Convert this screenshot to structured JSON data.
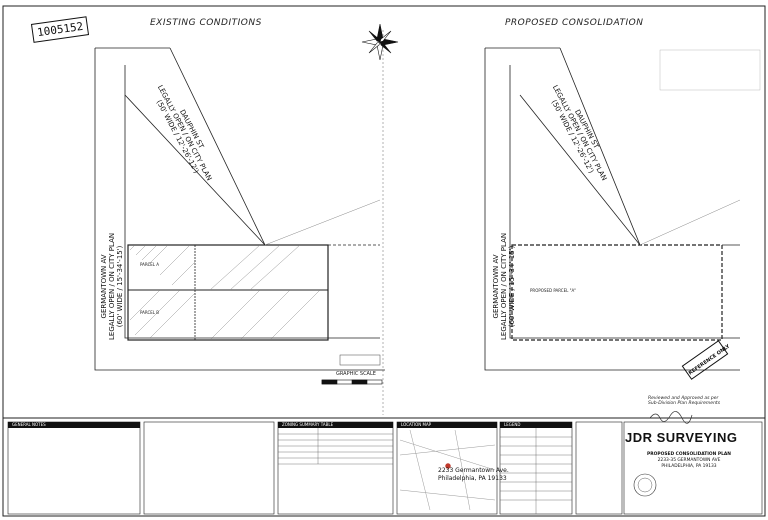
{
  "stamp": "1005152",
  "headers": {
    "existing": "EXISTING CONDITIONS",
    "proposed": "PROPOSED CONSOLIDATION"
  },
  "street_dauphin": {
    "name": "DAUPHIN ST",
    "note1": "LEGALLY OPEN / ON CITY PLAN",
    "note2": "(50' WIDE / 12'-26'-12')"
  },
  "street_germantown": {
    "name": "GERMANTOWN AV",
    "note1": "LEGALLY OPEN / ON CITY PLAN",
    "note2": "(60' WIDE / 15'-34'-15')"
  },
  "existing_parcels": [
    "PARCEL A",
    "PARCEL B"
  ],
  "proposed_parcel": "PROPOSED PARCEL \"A\"",
  "graphic_scale": "GRAPHIC SCALE",
  "reference_only": "REFERENCE ONLY",
  "general_notes_title": "GENERAL NOTES",
  "zoning_title": "ZONING SUMMARY TABLE",
  "location_map_title": "LOCATION MAP",
  "legend_title": "LEGEND",
  "address": {
    "line1": "2233 Germantown Ave.",
    "line2": "Philadelphia, PA 19133"
  },
  "firm": {
    "name": "JDR SURVEYING"
  },
  "project": {
    "title": "PROPOSED CONSOLIDATION PLAN",
    "addr1": "2233-35 GERMANTOWN AVE",
    "addr2": "PHILADELPHIA, PA 19133"
  },
  "approval": {
    "line1": "Reviewed and Approved as per",
    "line2": "Sub-Division Plan Requirements"
  }
}
